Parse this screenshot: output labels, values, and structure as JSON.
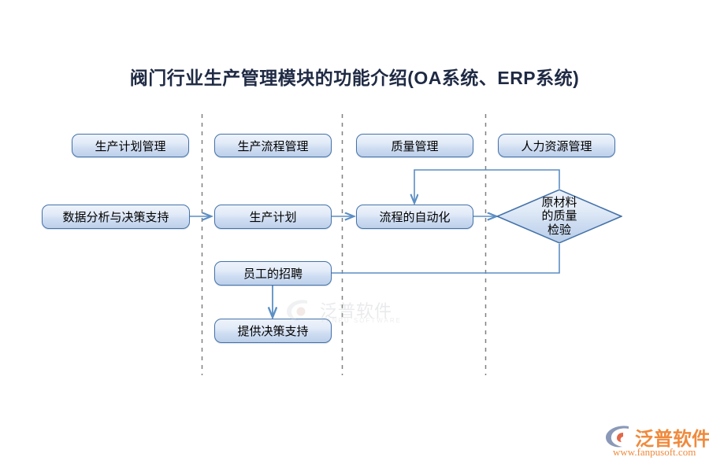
{
  "page": {
    "title": "阀门行业生产管理模块的功能介绍(OA系统、ERP系统)",
    "background": "#ffffff",
    "node_border_color": "#4472a8",
    "connector_color": "#5b8ec4",
    "divider_color": "#808080"
  },
  "columns": [
    {
      "name": "生产计划管理"
    },
    {
      "name": "生产流程管理"
    },
    {
      "name": "质量管理"
    },
    {
      "name": "人力资源管理"
    }
  ],
  "nodes": {
    "header_1": "生产计划管理",
    "header_2": "生产流程管理",
    "header_3": "质量管理",
    "header_4": "人力资源管理",
    "data_analysis": "数据分析与决策支持",
    "production_plan": "生产计划",
    "process_automation": "流程的自动化",
    "quality_check_line1": "原材料",
    "quality_check_line2": "的质量",
    "quality_check_line3": "检验",
    "quality_check_full": "原材料的质量检验",
    "staff_recruitment": "员工的招聘",
    "decision_support": "提供决策支持"
  },
  "watermark": {
    "text": "泛普软件",
    "subtext": "FANPU SOFTWARE"
  },
  "logo": {
    "text": "泛普软件",
    "url": "www.fanpusoft.com"
  }
}
